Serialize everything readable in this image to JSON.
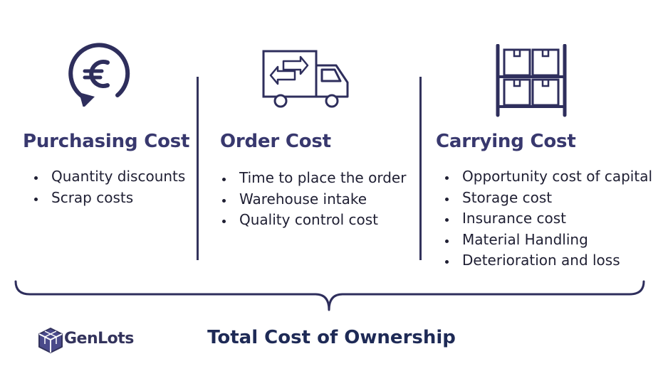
{
  "columns": [
    {
      "title": "Purchasing Cost",
      "icon": "euro-cycle-icon",
      "items": [
        "Quantity discounts",
        "Scrap costs"
      ]
    },
    {
      "title": "Order Cost",
      "icon": "delivery-truck-icon",
      "items": [
        "Time to place the order",
        "Warehouse intake",
        "Quality control cost"
      ]
    },
    {
      "title": "Carrying Cost",
      "icon": "warehouse-shelf-icon",
      "items": [
        "Opportunity cost of capital",
        "Storage cost",
        "Insurance cost",
        "Material Handling",
        "Deterioration and loss"
      ]
    }
  ],
  "footer": {
    "title": "Total Cost of Ownership"
  },
  "brand": {
    "name": "GenLots",
    "logo": "cube-logo-icon"
  },
  "colors": {
    "primary": "#38386e",
    "footer_text": "#1e2a56",
    "text": "#1f1f33"
  }
}
